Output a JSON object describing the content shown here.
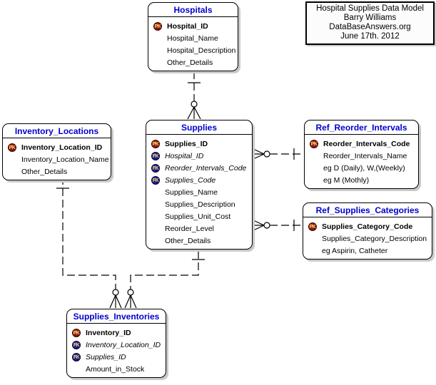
{
  "diagram_title": "Hospital Supplies Data Model",
  "info_box": {
    "lines": [
      "Hospital Supplies Data Model",
      "Barry Williams",
      "DataBaseAnswers.org",
      "June 17th. 2012"
    ]
  },
  "badges": {
    "pk": "PK",
    "fk": "FK"
  },
  "colors": {
    "entity_title": "#0000cc",
    "pk_badge": "#6b0a0a",
    "fk_badge": "#0a0a6b",
    "badge_text": "#ffd24d",
    "line": "#000000",
    "box_shadow": "#c9c9c9"
  },
  "entities": [
    {
      "name": "Hospitals",
      "fields": [
        {
          "key": "PK",
          "label": "Hospital_ID"
        },
        {
          "key": "",
          "label": "Hospital_Name"
        },
        {
          "key": "",
          "label": "Hospital_Description"
        },
        {
          "key": "",
          "label": "Other_Details"
        }
      ]
    },
    {
      "name": "Inventory_Locations",
      "fields": [
        {
          "key": "PK",
          "label": "Inventory_Location_ID"
        },
        {
          "key": "",
          "label": "Inventory_Location_Name"
        },
        {
          "key": "",
          "label": "Other_Details"
        }
      ]
    },
    {
      "name": "Supplies",
      "fields": [
        {
          "key": "PK",
          "label": "Supplies_ID"
        },
        {
          "key": "FK",
          "label": "Hospital_ID"
        },
        {
          "key": "FK",
          "label": "Reorder_Intervals_Code"
        },
        {
          "key": "FK",
          "label": "Supplies_Code"
        },
        {
          "key": "",
          "label": "Supplies_Name"
        },
        {
          "key": "",
          "label": "Supplies_Description"
        },
        {
          "key": "",
          "label": "Supplies_Unit_Cost"
        },
        {
          "key": "",
          "label": "Reorder_Level"
        },
        {
          "key": "",
          "label": "Other_Details"
        }
      ]
    },
    {
      "name": "Ref_Reorder_Intervals",
      "fields": [
        {
          "key": "PK",
          "label": "Reorder_Intervals_Code"
        },
        {
          "key": "",
          "label": "Reorder_Intervals_Name"
        },
        {
          "key": "",
          "label": "eg D (Daily), W,(Weekly)"
        },
        {
          "key": "",
          "label": "eg M (Mothly)"
        }
      ]
    },
    {
      "name": "Ref_Supplies_Categories",
      "fields": [
        {
          "key": "PK",
          "label": "Supplies_Category_Code"
        },
        {
          "key": "",
          "label": "Supplies_Category_Description"
        },
        {
          "key": "",
          "label": "eg Aspirin, Catheter"
        }
      ]
    },
    {
      "name": "Supplies_Inventories",
      "fields": [
        {
          "key": "PK",
          "label": "Inventory_ID"
        },
        {
          "key": "FK",
          "label": "Inventory_Location_ID"
        },
        {
          "key": "FK",
          "label": "Supplies_ID"
        },
        {
          "key": "",
          "label": "Amount_in_Stock"
        }
      ]
    }
  ],
  "relationships": [
    {
      "from": "Hospitals",
      "to": "Supplies",
      "from_cardinality": "one",
      "to_cardinality": "zero-or-many",
      "line_style": "dashed"
    },
    {
      "from": "Ref_Reorder_Intervals",
      "to": "Supplies",
      "from_cardinality": "one",
      "to_cardinality": "zero-or-many",
      "line_style": "dashed"
    },
    {
      "from": "Ref_Supplies_Categories",
      "to": "Supplies",
      "from_cardinality": "one",
      "to_cardinality": "zero-or-many",
      "line_style": "dashed"
    },
    {
      "from": "Inventory_Locations",
      "to": "Supplies_Inventories",
      "from_cardinality": "one",
      "to_cardinality": "zero-or-many",
      "line_style": "dashed"
    },
    {
      "from": "Supplies",
      "to": "Supplies_Inventories",
      "from_cardinality": "one",
      "to_cardinality": "zero-or-many",
      "line_style": "dashed"
    }
  ]
}
